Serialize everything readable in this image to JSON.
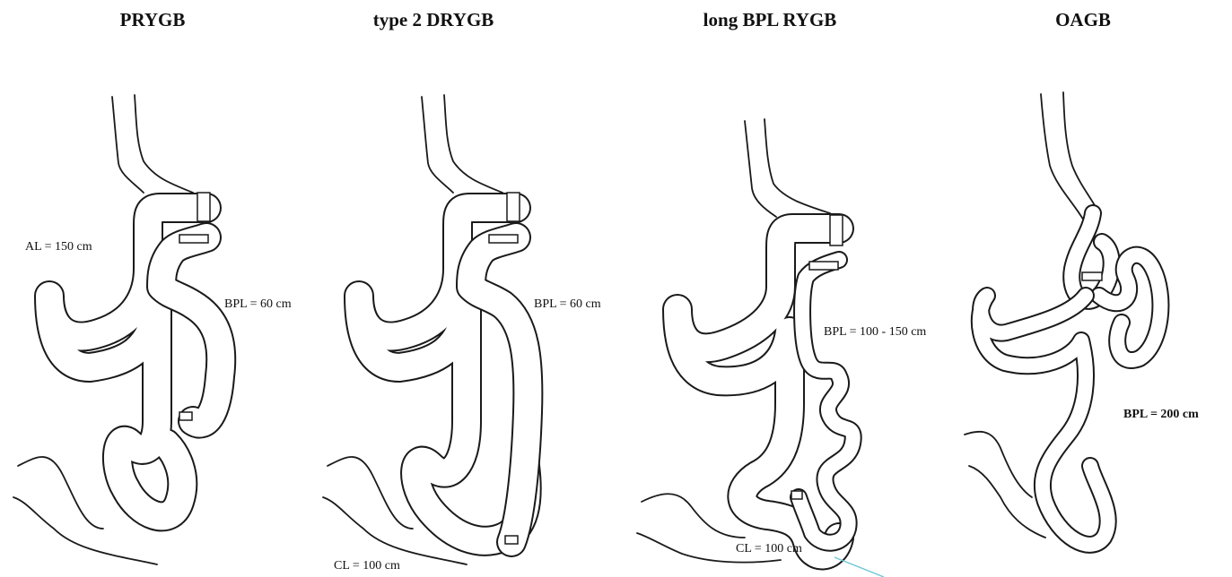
{
  "panels": [
    {
      "title": "PRYGB",
      "labels": [
        "AL = 150 cm",
        "BPL = 60 cm"
      ]
    },
    {
      "title": "type 2 DRYGB",
      "labels": [
        "BPL = 60 cm",
        "CL = 100 cm"
      ]
    },
    {
      "title": "long BPL RYGB",
      "labels": [
        "BPL = 100 - 150 cm",
        "CL = 100 cm"
      ]
    },
    {
      "title": "OAGB",
      "labels": [
        "BPL = 200 cm"
      ]
    }
  ],
  "colors": {
    "line": "#1a1a1a",
    "background": "#ffffff",
    "accent_line": "#6ec6d6"
  }
}
